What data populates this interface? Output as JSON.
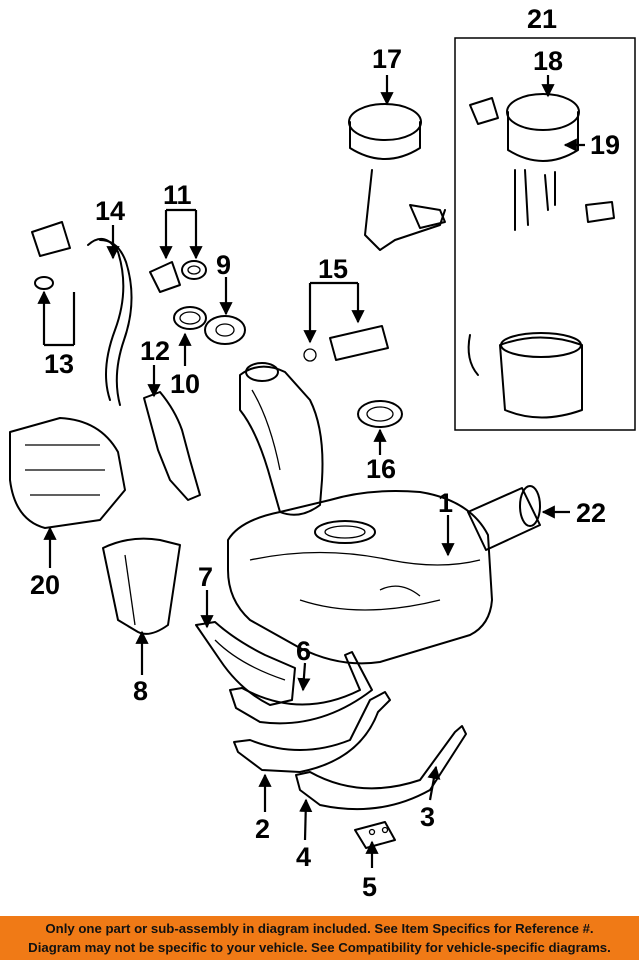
{
  "callouts": [
    {
      "id": "1",
      "text": "1"
    },
    {
      "id": "2",
      "text": "2"
    },
    {
      "id": "3",
      "text": "3"
    },
    {
      "id": "4",
      "text": "4"
    },
    {
      "id": "5",
      "text": "5"
    },
    {
      "id": "6",
      "text": "6"
    },
    {
      "id": "7",
      "text": "7"
    },
    {
      "id": "8",
      "text": "8"
    },
    {
      "id": "9",
      "text": "9"
    },
    {
      "id": "10",
      "text": "10"
    },
    {
      "id": "11",
      "text": "11"
    },
    {
      "id": "12",
      "text": "12"
    },
    {
      "id": "13",
      "text": "13"
    },
    {
      "id": "14",
      "text": "14"
    },
    {
      "id": "15",
      "text": "15"
    },
    {
      "id": "16",
      "text": "16"
    },
    {
      "id": "17",
      "text": "17"
    },
    {
      "id": "18",
      "text": "18"
    },
    {
      "id": "19",
      "text": "19"
    },
    {
      "id": "20",
      "text": "20"
    },
    {
      "id": "21",
      "text": "21"
    },
    {
      "id": "22",
      "text": "22"
    }
  ],
  "disclaimer": {
    "line1": "Only one part or sub-assembly in diagram included. See Item Specifics for Reference #.",
    "line2": "Diagram may not be specific to your vehicle. See Compatibility for vehicle-specific diagrams."
  },
  "colors": {
    "banner": "#f07a16",
    "ink": "#000000",
    "background": "#ffffff"
  }
}
